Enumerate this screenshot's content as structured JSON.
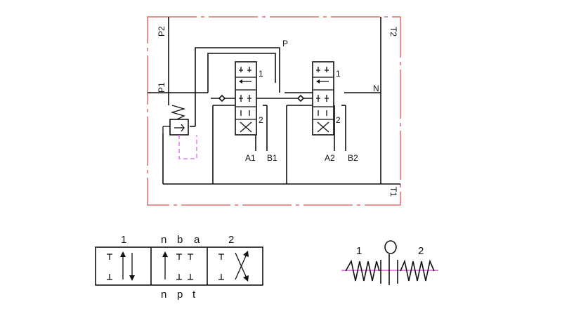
{
  "colors": {
    "boundary": "#d9534f",
    "drain": "#d86cf0",
    "line": "#111111",
    "centerline": "#cc44cc"
  },
  "circuit": {
    "port_p2": "P2",
    "port_p1": "P1",
    "port_t2": "T2",
    "port_t1": "T1",
    "port_p": "P",
    "port_n": "N",
    "valve1": {
      "pos1": "1",
      "pos2": "2",
      "port_a": "A1",
      "port_b": "B1"
    },
    "valve2": {
      "pos1": "1",
      "pos2": "2",
      "port_a": "A2",
      "port_b": "B2"
    }
  },
  "legend_valve": {
    "pos1": "1",
    "pos2": "2",
    "top_n": "n",
    "top_b": "b",
    "top_a": "a",
    "bottom_n": "n",
    "bottom_p": "p",
    "bottom_t": "t"
  },
  "legend_detent": {
    "label_1": "1",
    "label_2": "2"
  }
}
